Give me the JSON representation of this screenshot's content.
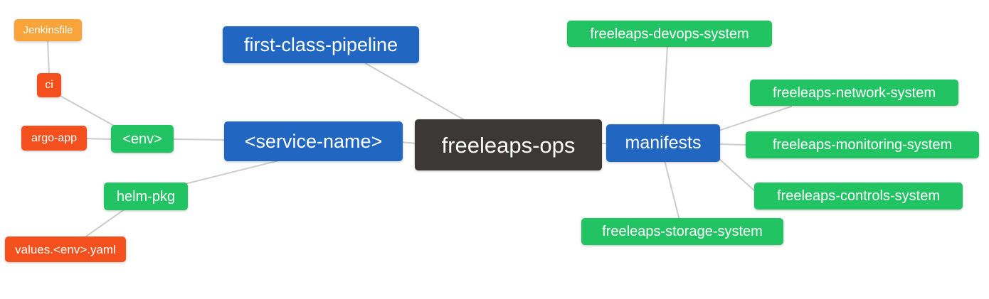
{
  "diagram": {
    "type": "mind-map",
    "root": "freeleaps-ops",
    "background": "#ffffff"
  },
  "colors": {
    "root_node": "#3b3835",
    "branch_blue": "#2167c1",
    "leaf_green": "#22c363",
    "leaf_red": "#f4501d",
    "leaf_orange": "#f9a33b",
    "connector": "#cccccc",
    "node_text": "#ffffff"
  },
  "nodes": {
    "root": {
      "label": "freeleaps-ops",
      "color": "#3b3835"
    },
    "first_class_pipeline": {
      "label": "first-class-pipeline",
      "color": "#2167c1"
    },
    "service_name": {
      "label": "<service-name>",
      "color": "#2167c1"
    },
    "manifests": {
      "label": "manifests",
      "color": "#2167c1"
    },
    "env": {
      "label": "<env>",
      "color": "#22c363"
    },
    "helm_pkg": {
      "label": "helm-pkg",
      "color": "#22c363"
    },
    "ci": {
      "label": "ci",
      "color": "#f4501d"
    },
    "jenkinsfile": {
      "label": "Jenkinsfile",
      "color": "#f9a33b"
    },
    "argo_app": {
      "label": "argo-app",
      "color": "#f4501d"
    },
    "values_env_yaml": {
      "label": "values.<env>.yaml",
      "color": "#f4501d"
    },
    "devops_system": {
      "label": "freeleaps-devops-system",
      "color": "#22c363"
    },
    "network_system": {
      "label": "freeleaps-network-system",
      "color": "#22c363"
    },
    "monitoring_system": {
      "label": "freeleaps-monitoring-system",
      "color": "#22c363"
    },
    "controls_system": {
      "label": "freeleaps-controls-system",
      "color": "#22c363"
    },
    "storage_system": {
      "label": "freeleaps-storage-system",
      "color": "#22c363"
    }
  },
  "edges": [
    {
      "from": "jenkinsfile",
      "to": "ci"
    },
    {
      "from": "ci",
      "to": "env"
    },
    {
      "from": "argo_app",
      "to": "env"
    },
    {
      "from": "env",
      "to": "service_name"
    },
    {
      "from": "helm_pkg",
      "to": "service_name"
    },
    {
      "from": "values_env_yaml",
      "to": "helm_pkg"
    },
    {
      "from": "first_class_pipeline",
      "to": "root"
    },
    {
      "from": "service_name",
      "to": "root"
    },
    {
      "from": "root",
      "to": "manifests"
    },
    {
      "from": "manifests",
      "to": "devops_system"
    },
    {
      "from": "manifests",
      "to": "network_system"
    },
    {
      "from": "manifests",
      "to": "monitoring_system"
    },
    {
      "from": "manifests",
      "to": "controls_system"
    },
    {
      "from": "manifests",
      "to": "storage_system"
    }
  ]
}
